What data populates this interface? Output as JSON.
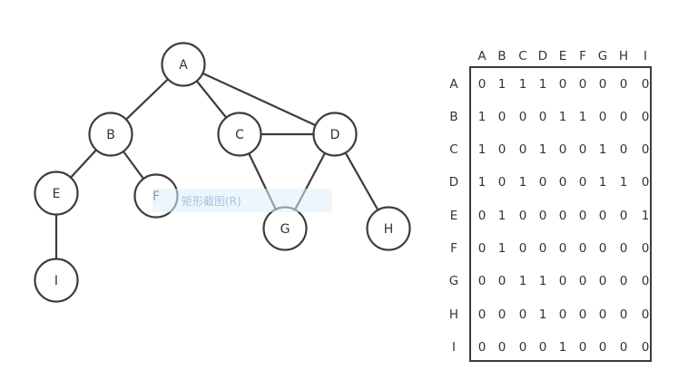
{
  "graph": {
    "nodes": [
      "A",
      "B",
      "C",
      "D",
      "E",
      "F",
      "G",
      "H",
      "I"
    ],
    "edges": [
      [
        "A",
        "B"
      ],
      [
        "A",
        "C"
      ],
      [
        "A",
        "D"
      ],
      [
        "B",
        "E"
      ],
      [
        "B",
        "F"
      ],
      [
        "C",
        "D"
      ],
      [
        "C",
        "G"
      ],
      [
        "D",
        "G"
      ],
      [
        "D",
        "H"
      ],
      [
        "E",
        "I"
      ]
    ]
  },
  "matrix": {
    "col_headers": [
      "A",
      "B",
      "C",
      "D",
      "E",
      "F",
      "G",
      "H",
      "I"
    ],
    "row_headers": [
      "A",
      "B",
      "C",
      "D",
      "E",
      "F",
      "G",
      "H",
      "I"
    ],
    "rows": [
      [
        0,
        1,
        1,
        1,
        0,
        0,
        0,
        0,
        0
      ],
      [
        1,
        0,
        0,
        0,
        1,
        1,
        0,
        0,
        0
      ],
      [
        1,
        0,
        0,
        1,
        0,
        0,
        1,
        0,
        0
      ],
      [
        1,
        0,
        1,
        0,
        0,
        0,
        1,
        1,
        0
      ],
      [
        0,
        1,
        0,
        0,
        0,
        0,
        0,
        0,
        1
      ],
      [
        0,
        1,
        0,
        0,
        0,
        0,
        0,
        0,
        0
      ],
      [
        0,
        0,
        1,
        1,
        0,
        0,
        0,
        0,
        0
      ],
      [
        0,
        0,
        0,
        1,
        0,
        0,
        0,
        0,
        0
      ],
      [
        0,
        0,
        0,
        0,
        1,
        0,
        0,
        0,
        0
      ]
    ]
  },
  "overlay": {
    "tooltip_text": "矩形截图(R)"
  }
}
